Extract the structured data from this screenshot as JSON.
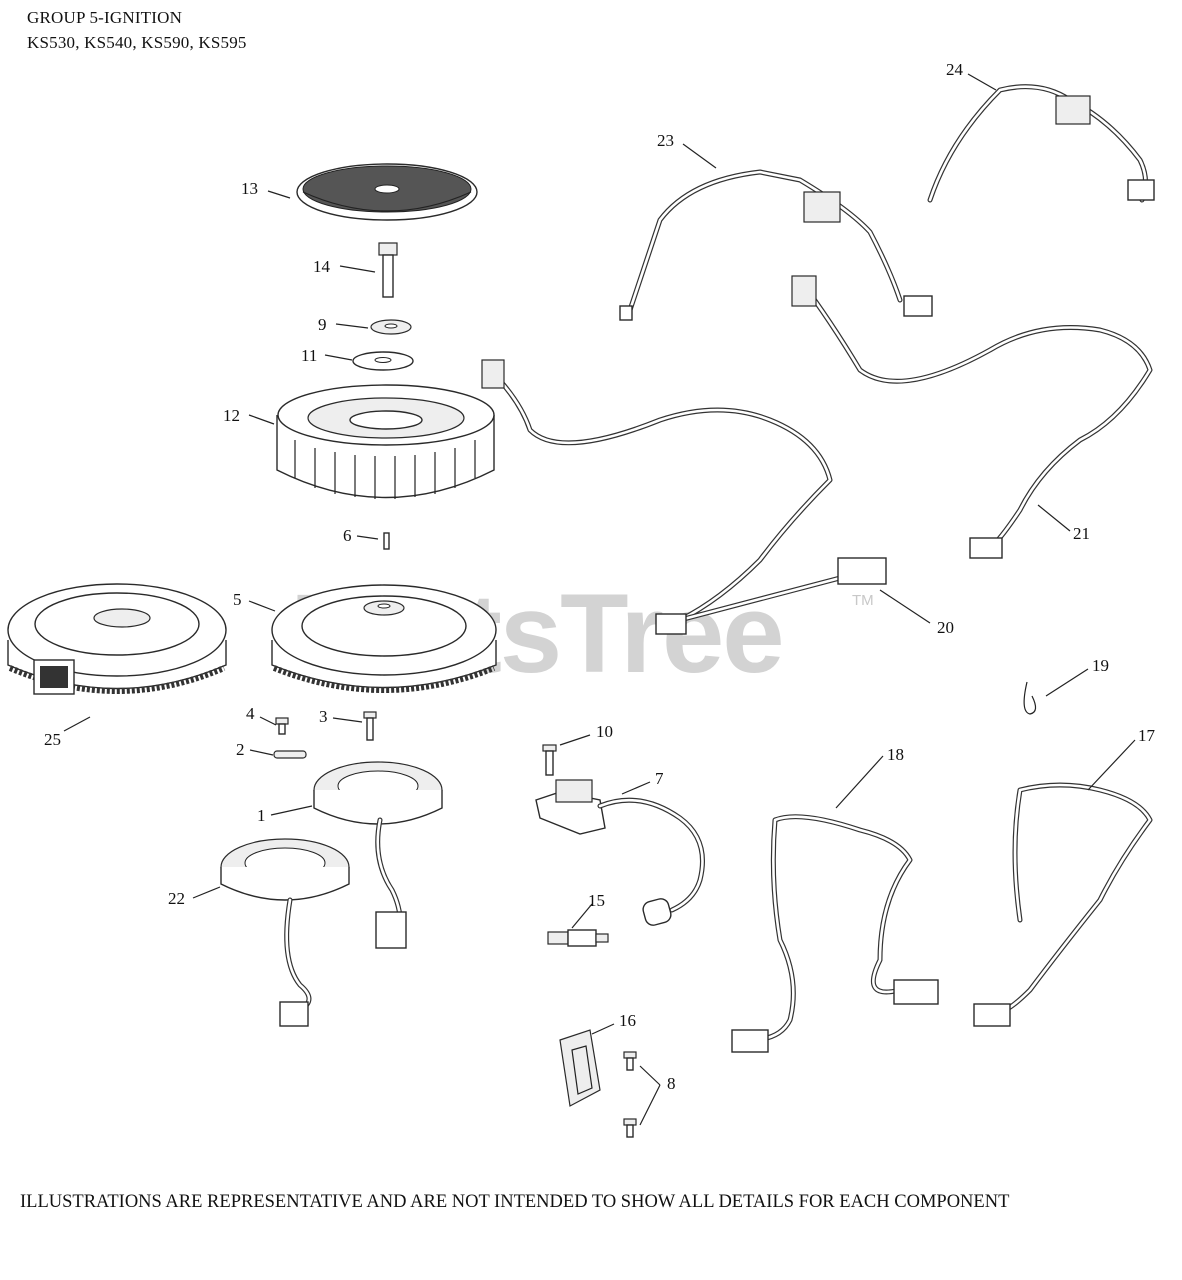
{
  "header": {
    "line1": "GROUP 5-IGNITION",
    "line2": "KS530, KS540, KS590, KS595"
  },
  "footer": "ILLUSTRATIONS ARE REPRESENTATIVE AND ARE NOT INTENDED TO SHOW ALL DETAILS FOR EACH COMPONENT",
  "watermark": {
    "text": "PartsTree",
    "tm": "TM"
  },
  "callouts": {
    "c1": "1",
    "c2": "2",
    "c3": "3",
    "c4": "4",
    "c5": "5",
    "c6": "6",
    "c7": "7",
    "c8": "8",
    "c9": "9",
    "c10": "10",
    "c11": "11",
    "c12": "12",
    "c13": "13",
    "c14": "14",
    "c15": "15",
    "c16": "16",
    "c17": "17",
    "c18": "18",
    "c19": "19",
    "c20": "20",
    "c21": "21",
    "c22": "22",
    "c23": "23",
    "c24": "24",
    "c25": "25"
  }
}
